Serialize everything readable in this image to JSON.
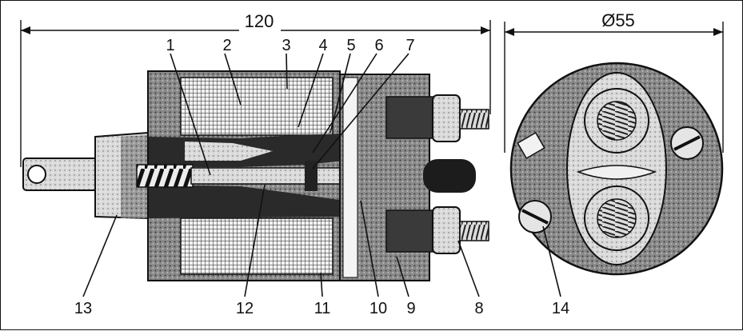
{
  "dimensions": {
    "length_label": "120",
    "diameter_label": "Ø55"
  },
  "callouts": [
    "1",
    "2",
    "3",
    "4",
    "5",
    "6",
    "7",
    "8",
    "9",
    "10",
    "11",
    "12",
    "13",
    "14"
  ]
}
